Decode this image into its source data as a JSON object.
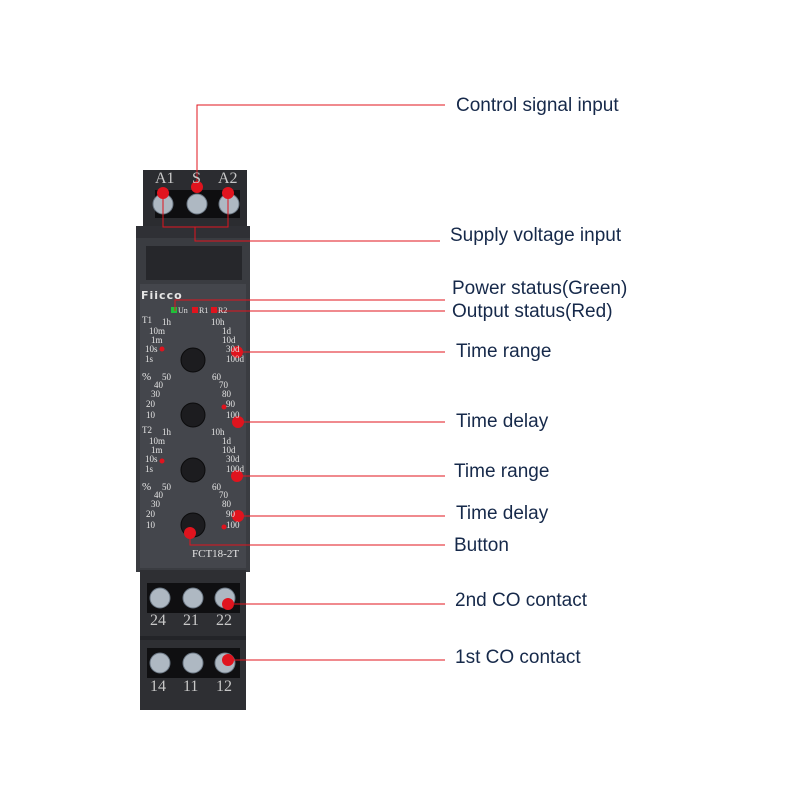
{
  "device": {
    "brand": "Fiicco",
    "model": "FCT18-2T",
    "top_terminals": [
      "A1",
      "S",
      "A2"
    ],
    "middle_terminals": [
      "24",
      "21",
      "22"
    ],
    "bottom_terminals": [
      "14",
      "11",
      "12"
    ],
    "leds": [
      "Un",
      "R1",
      "R2"
    ],
    "dial_t1_label": "T1",
    "dial_t2_label": "T2",
    "percent_label": "%",
    "range_scale": [
      "1h",
      "10h",
      "10m",
      "1d",
      "1m",
      "10d",
      "10s",
      "30d",
      "1s",
      "100d"
    ],
    "percent_scale": [
      "50",
      "60",
      "40",
      "70",
      "30",
      "80",
      "20",
      "90",
      "10",
      "100"
    ]
  },
  "callouts": {
    "control_signal": "Control signal input",
    "supply_voltage": "Supply voltage input",
    "power_status": "Power status(Green)",
    "output_status": "Output status(Red)",
    "time_range_1": "Time range",
    "time_delay_1": "Time delay",
    "time_range_2": "Time range",
    "time_delay_2": "Time delay",
    "button": "Button",
    "co_contact_2": "2nd CO contact",
    "co_contact_1": "1st CO contact"
  },
  "colors": {
    "callout_line": "#e0141e",
    "led_green": "#1fbf3a",
    "text": "#16294a"
  }
}
